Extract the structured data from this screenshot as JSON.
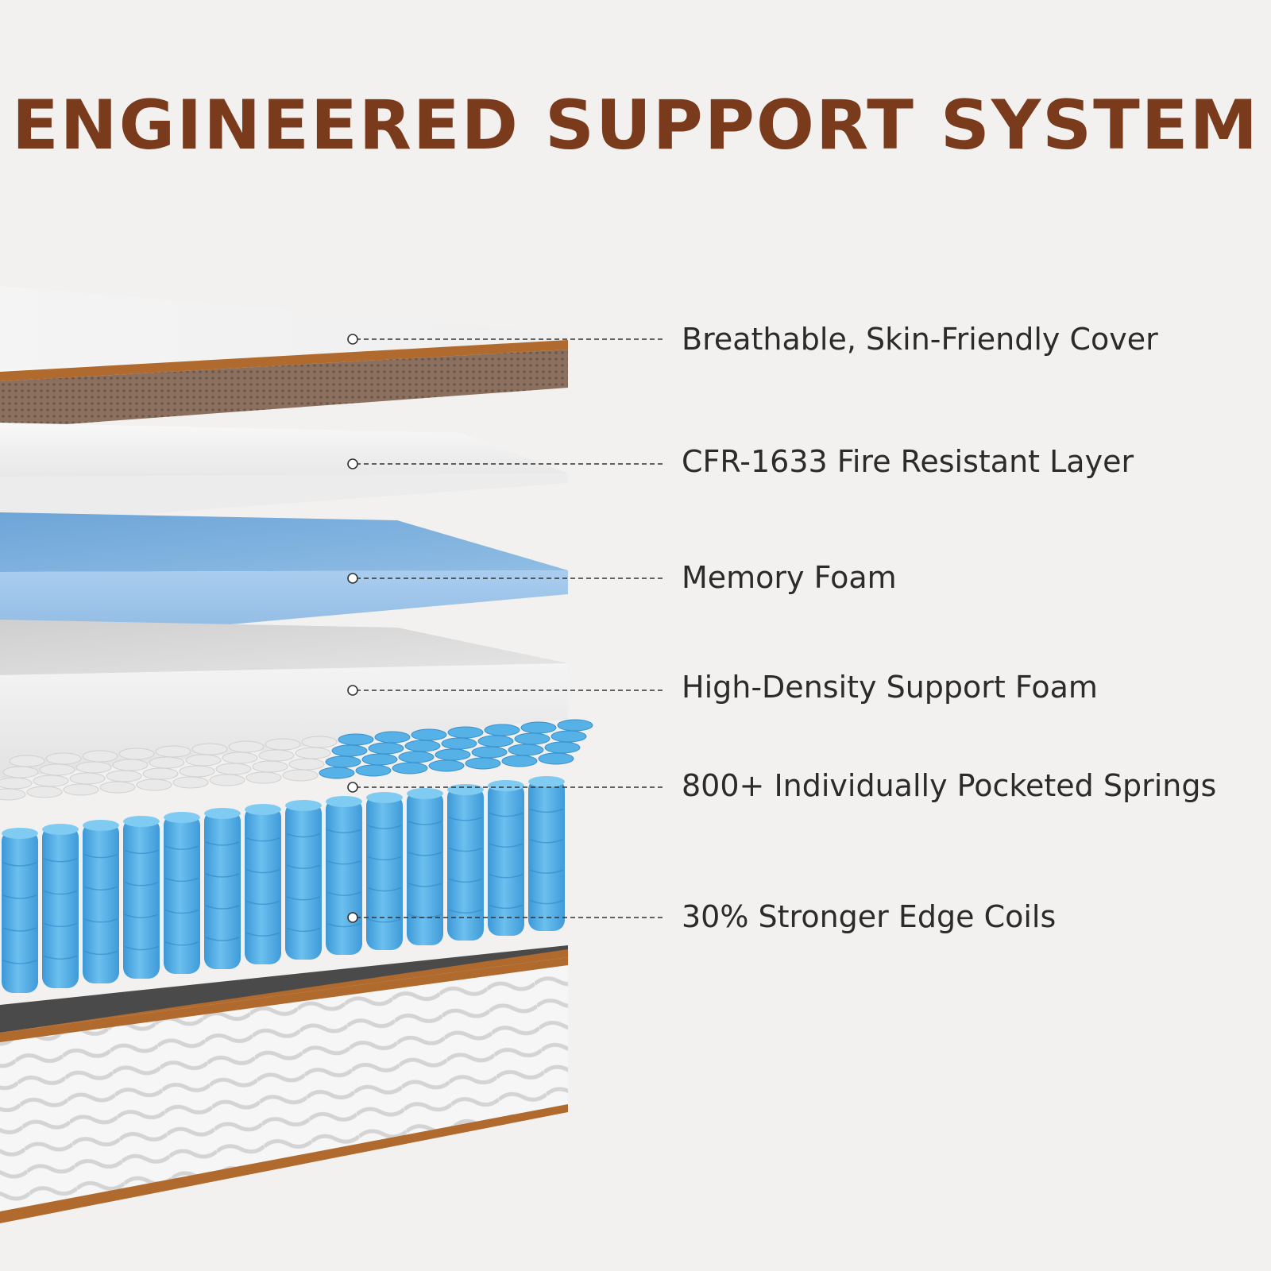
{
  "title": "ENGINEERED SUPPORT SYSTEM",
  "colors": {
    "background": "#f3f1ef",
    "title": "#7a3b1d",
    "accent_trim": "#b06a2e",
    "cover_mesh": "#8b7060",
    "memory_foam": "#7fb1de",
    "spring_blue": "#4aa8e0",
    "label_text": "#2b2b2b"
  },
  "layers": [
    {
      "id": "cover",
      "label": "Breathable, Skin-Friendly Cover"
    },
    {
      "id": "fire",
      "label": "CFR-1633 Fire Resistant Layer"
    },
    {
      "id": "memory",
      "label": "Memory Foam"
    },
    {
      "id": "hd",
      "label": "High-Density Support Foam"
    },
    {
      "id": "springs",
      "label": "800+ Individually Pocketed Springs"
    },
    {
      "id": "edge",
      "label": "30% Stronger Edge Coils"
    }
  ]
}
